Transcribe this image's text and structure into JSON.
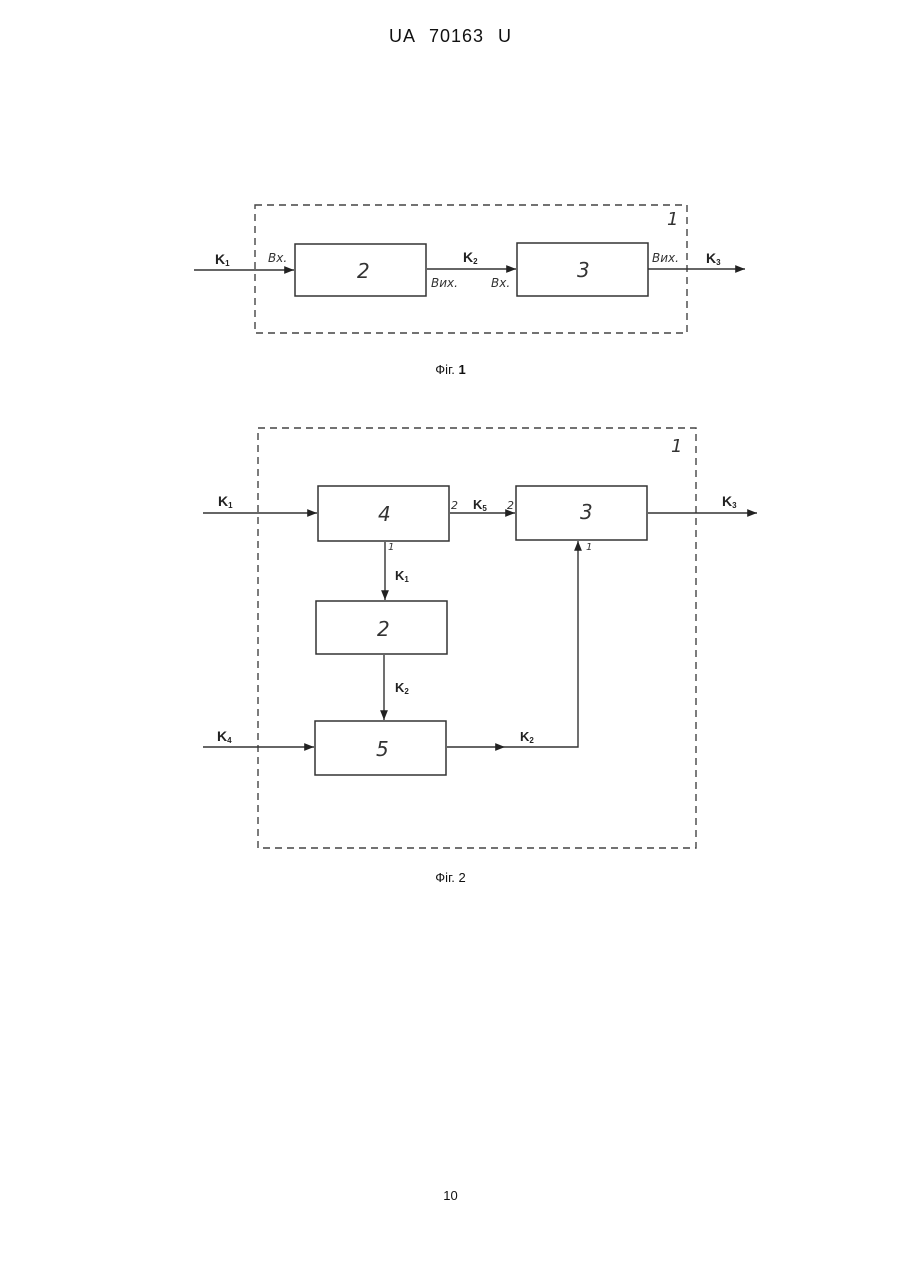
{
  "header": {
    "document": "UA 70163 U"
  },
  "fig1": {
    "caption_prefix": "Фіг. ",
    "caption_number": "1",
    "frame_label": "1",
    "blocks": {
      "b2": "2",
      "b3": "3"
    },
    "port_labels": {
      "in_left": "Вх.",
      "out_b2": "Вих.",
      "in_b3": "Вх.",
      "out_b3": "Вих."
    },
    "signals": {
      "k1": {
        "letter": "K",
        "index": "1"
      },
      "k2": {
        "letter": "K",
        "index": "2"
      },
      "k3": {
        "letter": "K",
        "index": "3"
      }
    }
  },
  "fig2": {
    "caption": "Фіг. 2",
    "frame_label": "1",
    "blocks": {
      "b4": "4",
      "b3": "3",
      "b2": "2",
      "b5": "5"
    },
    "ports": {
      "b4_out2": "2",
      "b3_in2": "2",
      "b4_out1": "1",
      "b3_in1": "1"
    },
    "signals": {
      "k1_in": {
        "letter": "K",
        "index": "1"
      },
      "k5": {
        "letter": "K",
        "index": "5"
      },
      "k3": {
        "letter": "K",
        "index": "3"
      },
      "k1_down": {
        "letter": "K",
        "index": "1"
      },
      "k2_down": {
        "letter": "K",
        "index": "2"
      },
      "k4": {
        "letter": "K",
        "index": "4"
      },
      "k2_right": {
        "letter": "K",
        "index": "2"
      }
    }
  },
  "footer": {
    "page_number": "10"
  }
}
